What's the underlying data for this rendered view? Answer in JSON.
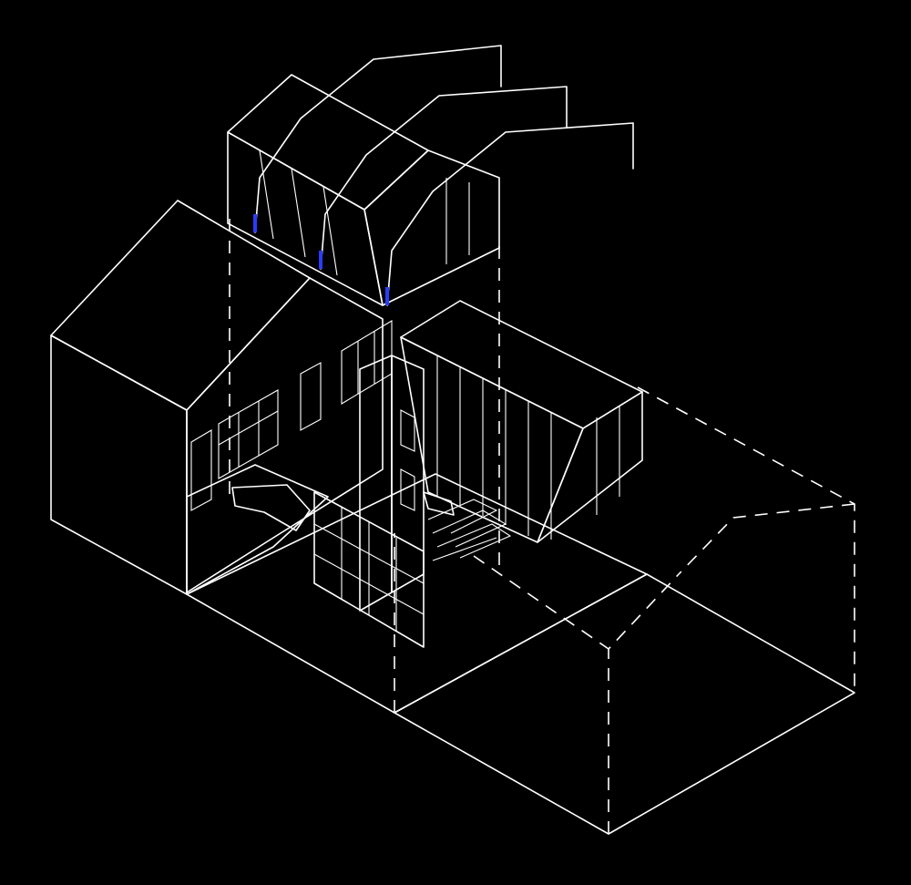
{
  "diagram": {
    "type": "exploded-axonometric",
    "colors": {
      "background": "#000000",
      "lines": "#ffffff",
      "existing_house": "#b8b8b8",
      "existing_house_shadow": "#a9a9a9",
      "ground_plot": "#505050",
      "garden_plot": "#3a3a3a",
      "roof_module": "#ffd766",
      "steel_frames": "#ffffff",
      "steel_frame_accent": "#2a3cff",
      "rear_extension": "#ffa366",
      "chimney_wall": "#9c9c9c",
      "perforated_screen": "#f6b3b3",
      "stair": "#9ee0b4"
    },
    "components": [
      {
        "id": "existing-house",
        "color_key": "existing_house"
      },
      {
        "id": "roof-module",
        "color_key": "roof_module"
      },
      {
        "id": "steel-portal-frames",
        "count": 3,
        "color_key": "steel_frames"
      },
      {
        "id": "rear-extension",
        "color_key": "rear_extension"
      },
      {
        "id": "chimney-wall",
        "color_key": "chimney_wall"
      },
      {
        "id": "perforated-brick-screen",
        "color_key": "perforated_screen"
      },
      {
        "id": "stair",
        "color_key": "stair"
      },
      {
        "id": "ground-plot",
        "color_key": "ground_plot"
      },
      {
        "id": "garden-plot",
        "color_key": "garden_plot"
      },
      {
        "id": "future-volume-outline",
        "style": "dashed"
      }
    ]
  }
}
